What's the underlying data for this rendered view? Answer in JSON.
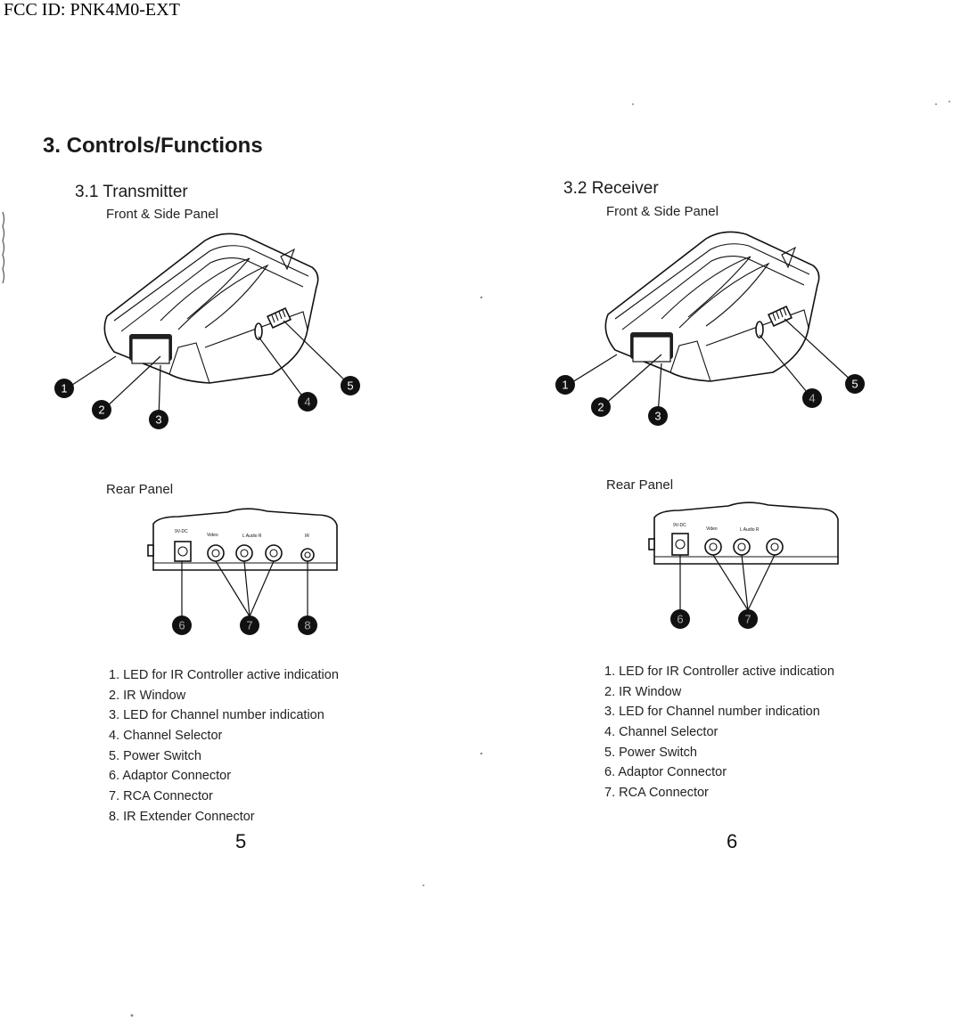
{
  "header": {
    "fcc_id": "FCC ID: PNK4M0-EXT"
  },
  "section": {
    "title": "3. Controls/Functions"
  },
  "transmitter": {
    "heading": "3.1 Transmitter",
    "front_label": "Front & Side Panel",
    "rear_label": "Rear Panel",
    "rear_port_labels": [
      "9V-DC",
      "Video",
      "L Audio R",
      "IR"
    ],
    "front_callouts": [
      "1",
      "2",
      "3",
      "4",
      "5"
    ],
    "rear_callouts": [
      "6",
      "7",
      "8"
    ],
    "items": [
      "1. LED for IR Controller active indication",
      "2. IR Window",
      "3. LED for Channel number indication",
      "4. Channel Selector",
      "5. Power Switch",
      "6. Adaptor Connector",
      "7. RCA Connector",
      "8. IR Extender Connector"
    ],
    "page_number": "5"
  },
  "receiver": {
    "heading": "3.2  Receiver",
    "front_label": "Front & Side Panel",
    "rear_label": "Rear Panel",
    "rear_port_labels": [
      "9V-DC",
      "Video",
      "L Audio R"
    ],
    "front_callouts": [
      "1",
      "2",
      "3",
      "4",
      "5"
    ],
    "rear_callouts": [
      "6",
      "7"
    ],
    "items": [
      "1. LED for IR Controller active indication",
      "2. IR Window",
      "3. LED for Channel number indication",
      "4. Channel Selector",
      "5. Power Switch",
      "6. Adaptor Connector",
      "7. RCA Connector"
    ],
    "page_number": "6"
  },
  "colors": {
    "ink": "#111111",
    "paper": "#ffffff"
  }
}
